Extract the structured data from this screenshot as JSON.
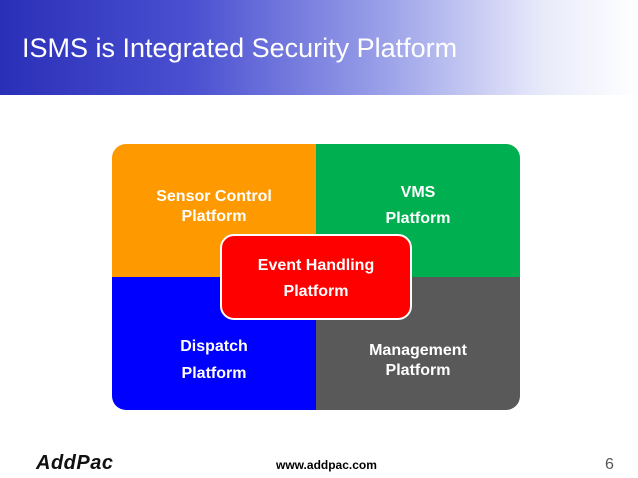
{
  "slide": {
    "title": "ISMS is Integrated Security Platform",
    "page_number": "6"
  },
  "diagram": {
    "sensor_control": {
      "line1": "Sensor Control",
      "line2": "Platform",
      "color": "#ff9900"
    },
    "vms": {
      "line1": "VMS",
      "line2": "Platform",
      "color": "#00b050"
    },
    "dispatch": {
      "line1": "Dispatch",
      "line2": "Platform",
      "color": "#0000ff"
    },
    "management": {
      "line1": "Management",
      "line2": "Platform",
      "color": "#595959"
    },
    "event_handling": {
      "line1": "Event Handling",
      "line2": "Platform",
      "color": "#ff0000"
    }
  },
  "footer": {
    "logo": "AddPac",
    "url": "www.addpac.com"
  }
}
